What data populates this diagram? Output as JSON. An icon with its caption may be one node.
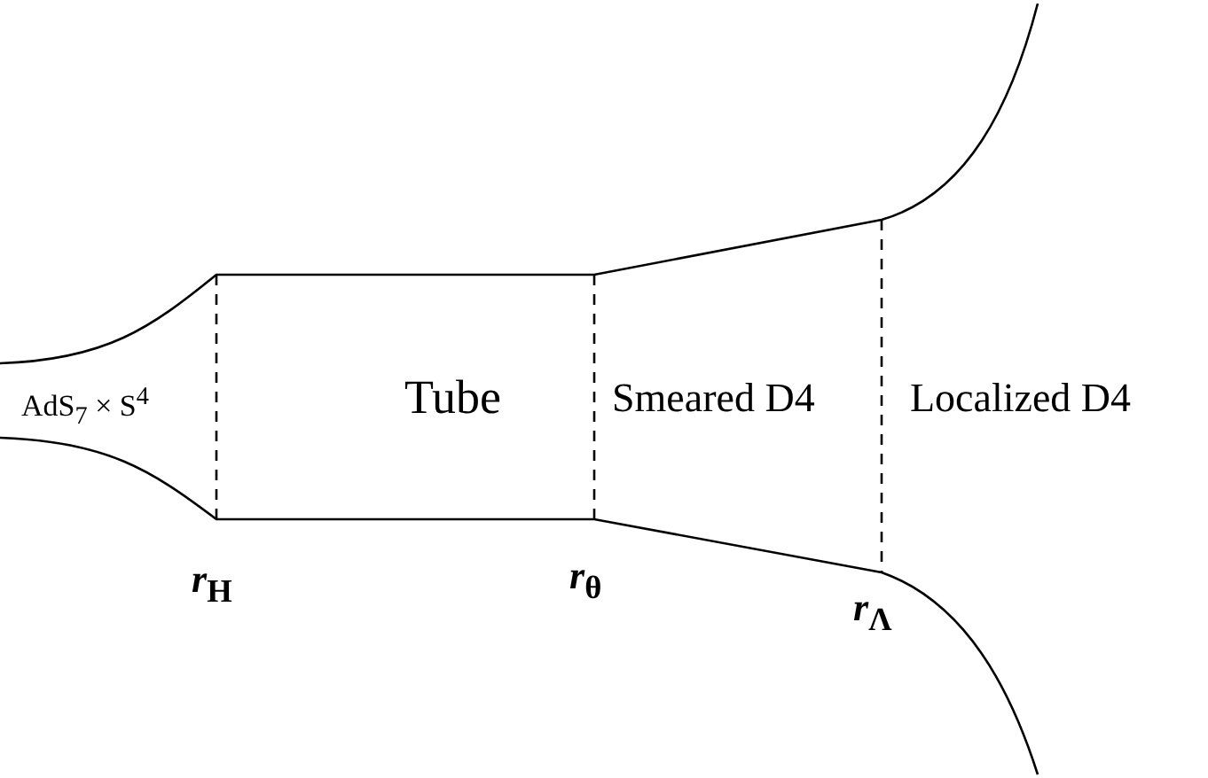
{
  "diagram": {
    "labels": [
      "AdS$_{7}$ × S$^{4}$",
      "Tube",
      "Smeared D4",
      "Localized D4",
      "*r*$_{H}$",
      "*r*$_{θ}$",
      "*r*$_{Λ}$"
    ]
  }
}
